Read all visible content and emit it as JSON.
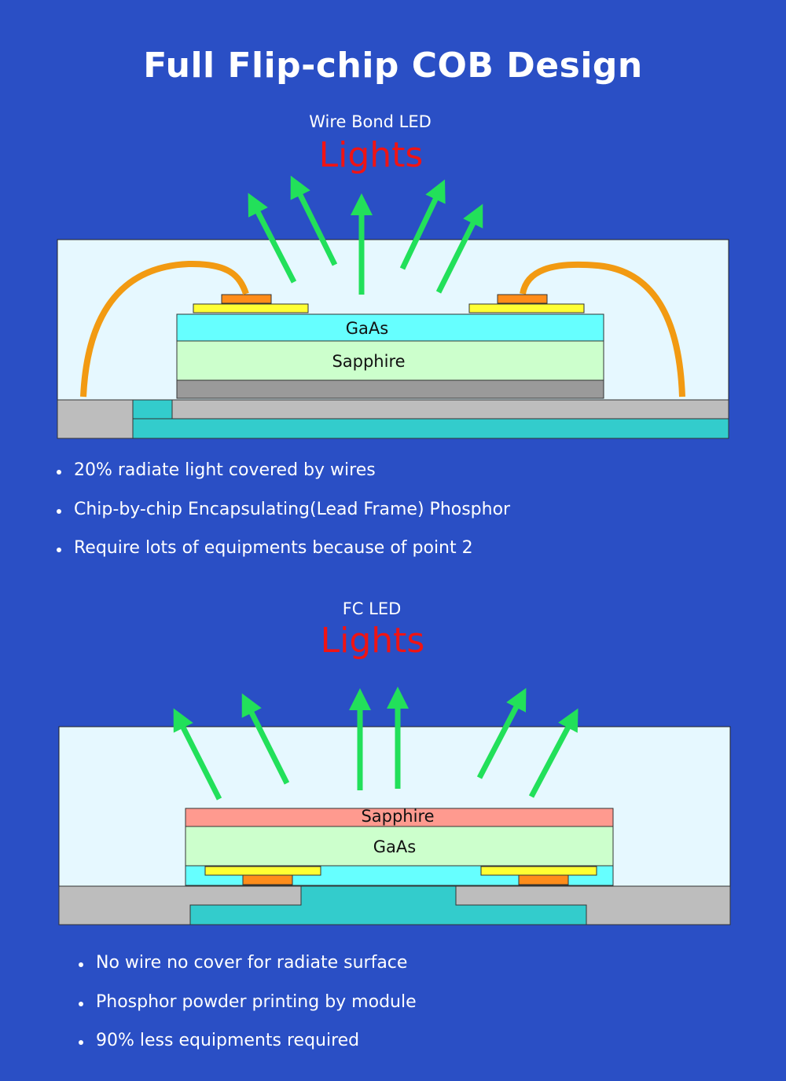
{
  "title": "Full Flip-chip COB Design",
  "colors": {
    "background": "#2a4fc5",
    "encapsulant": "#e6f8ff",
    "arrow": "#22e05a",
    "wire": "#f29a12",
    "lights_text": "#f01414"
  },
  "wire_bond": {
    "heading": "Wire Bond LED",
    "lights": "Lights",
    "layers": {
      "top": "GaAs",
      "middle": "Sapphire"
    },
    "bullets": [
      "20% radiate light covered by wires",
      "Chip-by-chip Encapsulating(Lead Frame) Phosphor",
      "Require lots of equipments because of point 2"
    ]
  },
  "flip_chip": {
    "heading": "FC LED",
    "lights": "Lights",
    "layers": {
      "top": "Sapphire",
      "middle": "GaAs"
    },
    "bullets": [
      "No wire no cover for radiate surface",
      "Phosphor powder printing by module",
      "90% less equipments required"
    ]
  }
}
